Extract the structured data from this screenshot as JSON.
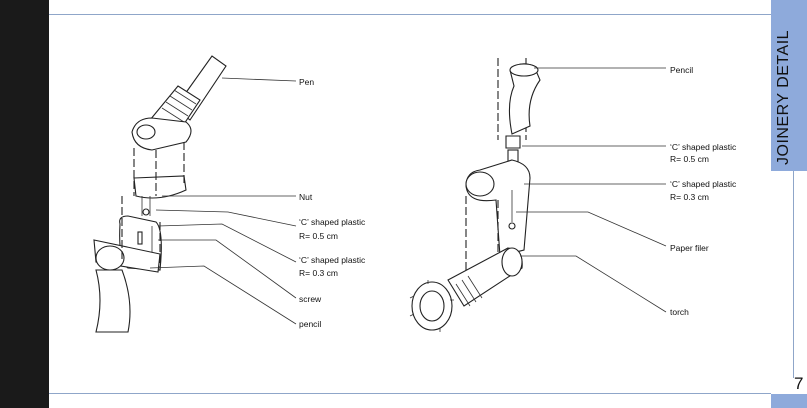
{
  "side_title": "JOINERY DETAIL",
  "page_number": "7",
  "left_labels": {
    "pen": "Pen",
    "nut": "Nut",
    "c_plastic_1_line1": "‘C’ shaped plastic",
    "c_plastic_1_line2": "R= 0.5 cm",
    "c_plastic_2_line1": "‘C’ shaped plastic",
    "c_plastic_2_line2": "R= 0.3 cm",
    "screw": "screw",
    "pencil": "pencil"
  },
  "right_labels": {
    "pencil": "Pencil",
    "c_plastic_1_line1": "‘C’ shaped plastic",
    "c_plastic_1_line2": "R= 0.5 cm",
    "c_plastic_2_line1": "‘C’ shaped plastic",
    "c_plastic_2_line2": "R= 0.3 cm",
    "paper_filer": "Paper filer",
    "torch": "torch"
  }
}
